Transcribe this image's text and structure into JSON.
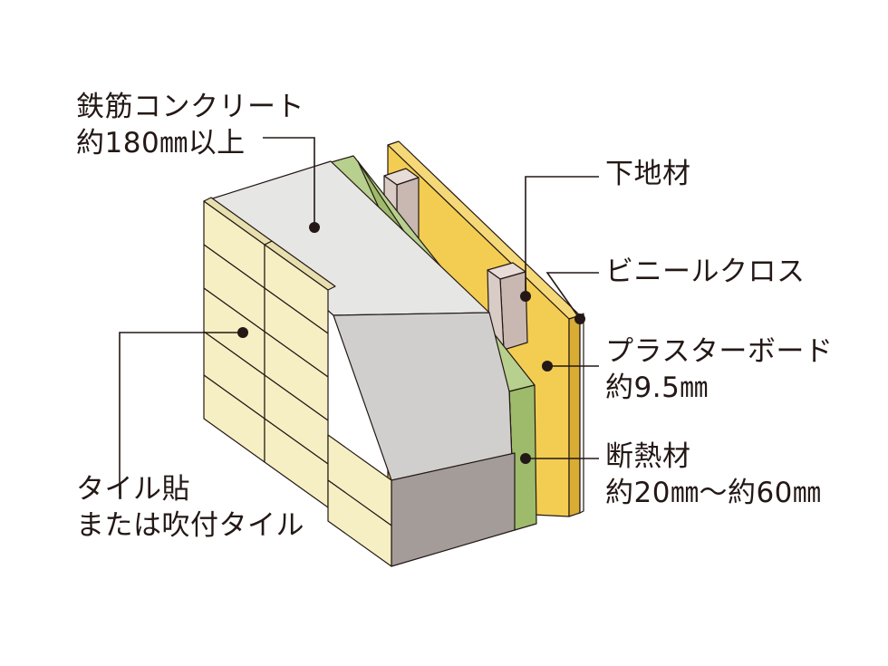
{
  "labels": {
    "concrete": {
      "line1": "鉄筋コンクリート",
      "line2": "約180㎜以上"
    },
    "furring": {
      "line1": "下地材"
    },
    "vinyl_cloth": {
      "line1": "ビニールクロス"
    },
    "plaster_board": {
      "line1": "プラスターボード",
      "line2": "約9.5㎜"
    },
    "insulation": {
      "line1": "断熱材",
      "line2": "約20㎜〜約60㎜"
    },
    "tile": {
      "line1": "タイル貼",
      "line2": "または吹付タイル"
    }
  },
  "colors": {
    "tile": "#f6efc4",
    "concrete_top": "#e6e6e5",
    "concrete_face": "#d0cfce",
    "concrete_front": "#a39c98",
    "insulation": "#9dbb6a",
    "board": "#f3cd52",
    "line": "#231815"
  }
}
